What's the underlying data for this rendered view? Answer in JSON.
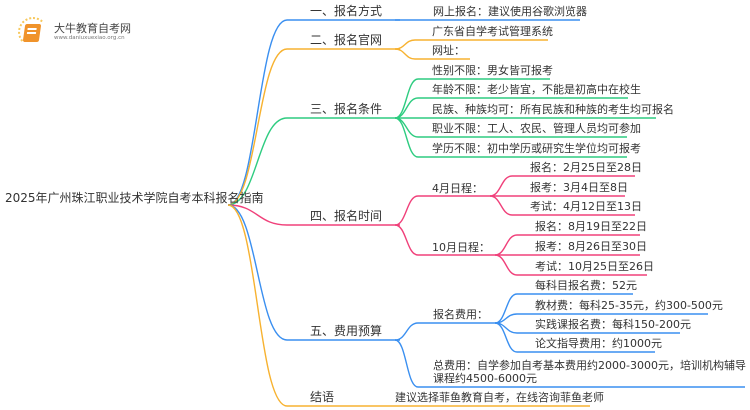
{
  "logo": {
    "title": "大牛教育自考网",
    "url": "www.daniuxuexiao.org.cn"
  },
  "root": "2025年广州珠江职业技术学院自考本科报名指南",
  "colors": {
    "blue": "#3a8ff0",
    "orange": "#f7b230",
    "green": "#2ecc80",
    "pink": "#f0407a"
  },
  "branches": {
    "b1": {
      "label": "一、报名方式",
      "items": [
        "网上报名：建议使用谷歌浏览器"
      ]
    },
    "b2": {
      "label": "二、报名官网",
      "items": [
        "广东省自学考试管理系统",
        "网址："
      ]
    },
    "b3": {
      "label": "三、报名条件",
      "items": [
        "性别不限：男女皆可报考",
        "年龄不限：老少皆宜，不能是初高中在校生",
        "民族、种族均可：所有民族和种族的考生均可报名",
        "职业不限：工人、农民、管理人员均可参加",
        "学历不限：初中学历或研究生学位均可报考"
      ]
    },
    "b4": {
      "label": "四、报名时间",
      "apr": {
        "label": "4月日程：",
        "items": [
          "报名：2月25日至28日",
          "报考：3月4日至8日",
          "考试：4月12日至13日"
        ]
      },
      "oct": {
        "label": "10月日程：",
        "items": [
          "报名：8月19日至22日",
          "报考：8月26日至30日",
          "考试：10月25日至26日"
        ]
      }
    },
    "b5": {
      "label": "五、费用预算",
      "fee": {
        "label": "报名费用：",
        "items": [
          "每科目报名费：52元",
          "教材费：每科25-35元，约300-500元",
          "实践课报名费：每科150-200元",
          "论文指导费用：约1000元"
        ]
      },
      "total": "总费用：自学参加自考基本费用约2000-3000元，培训机构辅导课程约4500-6000元"
    },
    "b6": {
      "label": "结语",
      "items": [
        "建议选择菲鱼教育自考，在线咨询菲鱼老师"
      ]
    }
  }
}
